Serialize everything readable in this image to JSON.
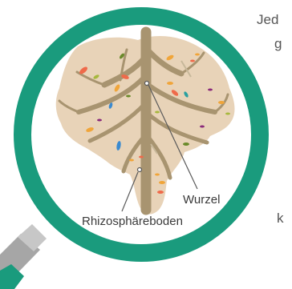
{
  "labels": {
    "root": "Wurzel",
    "rhizosphere_soil": "Rhizosphäreboden"
  },
  "cut_off_text": {
    "line1": "Jed",
    "line2": "g",
    "line3": "k"
  },
  "colors": {
    "lens_ring": "#1a9b7d",
    "lens_ring_dark": "#0f7a62",
    "soil_blob": "#e8d3b8",
    "root": "#a89470",
    "handle": "#9a9a9a",
    "leader_lines": "#6b6b6b"
  },
  "icons": [
    "magnifying-glass-icon",
    "root-icon"
  ]
}
